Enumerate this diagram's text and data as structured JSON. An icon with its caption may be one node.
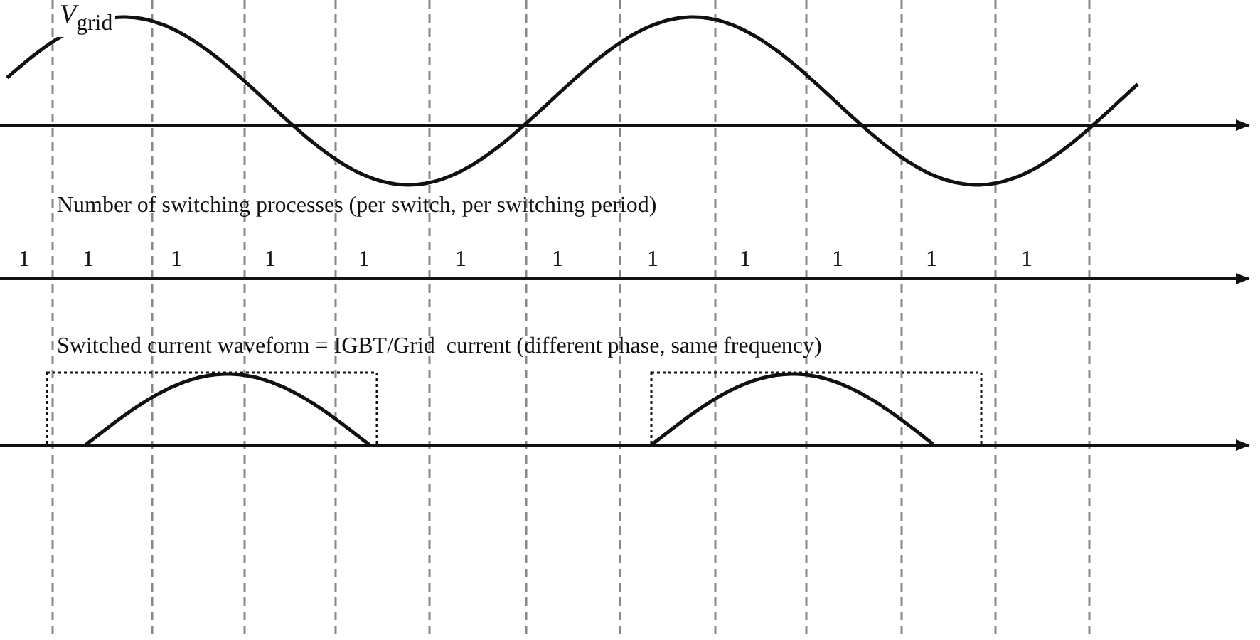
{
  "diagram": {
    "labels": [
      "*V*$_{grid}$",
      "Number of switching processes (per switch, per switching period)",
      "1",
      "1",
      "1",
      "1",
      "1",
      "1",
      "1",
      "1",
      "1",
      "1",
      "1",
      "1",
      "Switched current waveform = IGBT/Grid  current (different phase, same frequency)"
    ]
  }
}
